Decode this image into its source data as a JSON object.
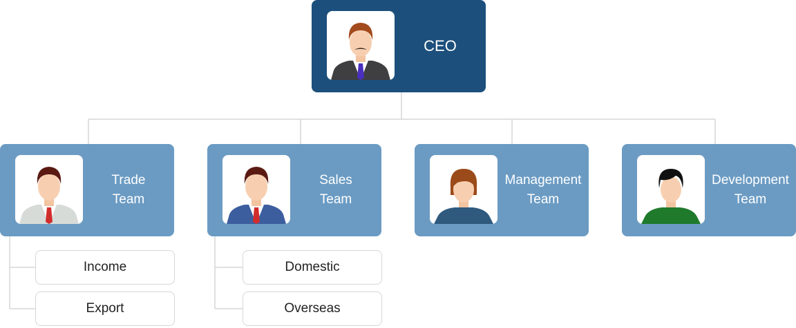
{
  "ceo": {
    "label": "CEO",
    "avatar": "man-mustache-avatar-icon"
  },
  "teams": [
    {
      "label": "Trade\nTeam",
      "avatar": "man-gray-suit-avatar-icon",
      "sub_items": [
        "Income",
        "Export"
      ]
    },
    {
      "label": "Sales\nTeam",
      "avatar": "man-blue-suit-avatar-icon",
      "sub_items": [
        "Domestic",
        "Overseas"
      ]
    },
    {
      "label": "Management\nTeam",
      "avatar": "woman-avatar-icon",
      "sub_items": []
    },
    {
      "label": "Development\nTeam",
      "avatar": "man-green-shirt-avatar-icon",
      "sub_items": []
    }
  ],
  "colors": {
    "ceo_box": "#1c4f7c",
    "team_box": "#6b9bc3",
    "connector": "#d6d6d6"
  }
}
